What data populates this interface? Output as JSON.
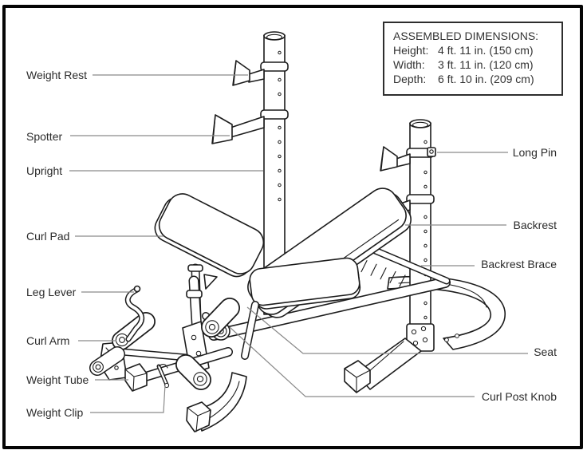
{
  "dimensions_box": {
    "title": "ASSEMBLED DIMENSIONS:",
    "rows": [
      {
        "label": "Height:",
        "value": "4 ft. 11 in. (150 cm)"
      },
      {
        "label": "Width:",
        "value": "3 ft. 11 in. (120 cm)"
      },
      {
        "label": "Depth:",
        "value": "6 ft. 10 in. (209 cm)"
      }
    ]
  },
  "labels": [
    {
      "id": "weight-rest",
      "side": "left",
      "text": "Weight Rest"
    },
    {
      "id": "spotter",
      "side": "left",
      "text": "Spotter"
    },
    {
      "id": "upright",
      "side": "left",
      "text": "Upright"
    },
    {
      "id": "curl-pad",
      "side": "left",
      "text": "Curl Pad"
    },
    {
      "id": "leg-lever",
      "side": "left",
      "text": "Leg Lever"
    },
    {
      "id": "curl-arm",
      "side": "left",
      "text": "Curl Arm"
    },
    {
      "id": "weight-tube",
      "side": "left",
      "text": "Weight Tube"
    },
    {
      "id": "weight-clip",
      "side": "left",
      "text": "Weight Clip"
    },
    {
      "id": "long-pin",
      "side": "right",
      "text": "Long Pin"
    },
    {
      "id": "backrest",
      "side": "right",
      "text": "Backrest"
    },
    {
      "id": "backrest-brace",
      "side": "right",
      "text": "Backrest Brace"
    },
    {
      "id": "seat",
      "side": "right",
      "text": "Seat"
    },
    {
      "id": "curl-post-knob",
      "side": "right",
      "text": "Curl Post Knob"
    }
  ],
  "colors": {
    "line": "#1c1c1c",
    "leader": "#8a8a8a",
    "text": "#2b2b2b",
    "background": "#ffffff",
    "border": "#050505"
  }
}
